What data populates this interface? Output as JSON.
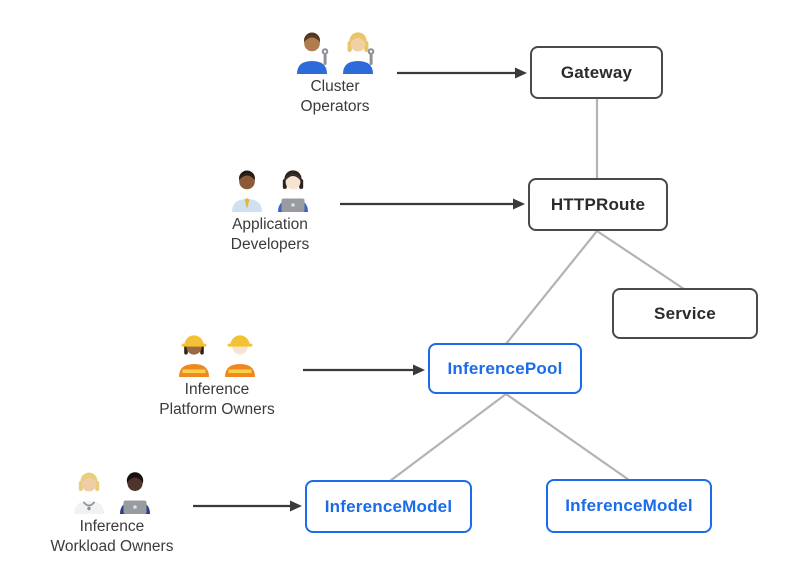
{
  "colors": {
    "background": "#ffffff",
    "node_border_dark": "#4a4a4a",
    "node_text_dark": "#2b2b2b",
    "node_blue": "#1a6ce8",
    "connector_gray": "#b3b3b3",
    "arrow_dark": "#3a3a3a"
  },
  "actors": [
    {
      "label": "Cluster\nOperators",
      "emoji": "👨🏽‍🔧👩🏼‍🔧",
      "icons": [
        "man-mechanic-icon",
        "woman-mechanic-icon"
      ],
      "points_to": "Gateway"
    },
    {
      "label": "Application\nDevelopers",
      "emoji": "👨🏾‍💼👩🏻‍💻",
      "icons": [
        "man-office-worker-icon",
        "woman-technologist-icon"
      ],
      "points_to": "HTTPRoute"
    },
    {
      "label": "Inference\nPlatform Owners",
      "emoji": "👷🏾‍♀️👷🏻",
      "icons": [
        "woman-construction-worker-icon",
        "man-construction-worker-icon"
      ],
      "points_to": "InferencePool"
    },
    {
      "label": "Inference\nWorkload Owners",
      "emoji": "🧑🏼‍⚕️👨🏿‍💻",
      "icons": [
        "health-worker-icon",
        "man-technologist-icon"
      ],
      "points_to": "InferenceModel"
    }
  ],
  "nodes": [
    {
      "label": "Gateway",
      "style": "dark"
    },
    {
      "label": "HTTPRoute",
      "style": "dark"
    },
    {
      "label": "Service",
      "style": "dark"
    },
    {
      "label": "InferencePool",
      "style": "blue"
    },
    {
      "label": "InferenceModel",
      "style": "blue"
    },
    {
      "label": "InferenceModel",
      "style": "blue"
    }
  ],
  "edges": [
    {
      "from": "Gateway",
      "to": "HTTPRoute"
    },
    {
      "from": "HTTPRoute",
      "to": "InferencePool"
    },
    {
      "from": "HTTPRoute",
      "to": "Service"
    },
    {
      "from": "InferencePool",
      "to": "InferenceModel-left"
    },
    {
      "from": "InferencePool",
      "to": "InferenceModel-right"
    }
  ]
}
